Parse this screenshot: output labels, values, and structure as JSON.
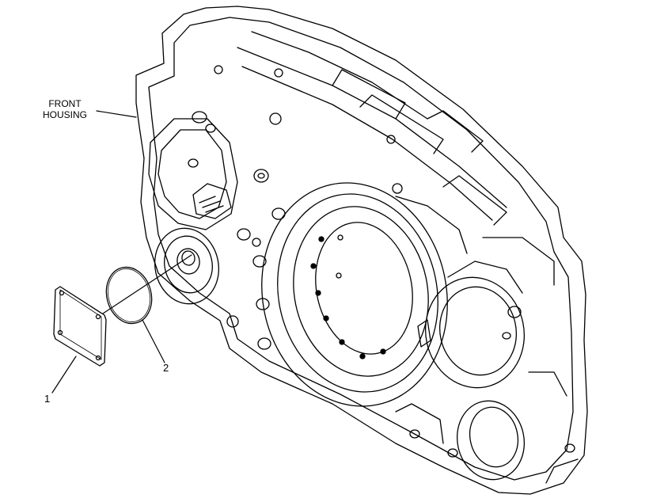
{
  "callouts": {
    "front_housing": "FRONT\nHOUSING",
    "item_1": "1",
    "item_2": "2"
  },
  "colors": {
    "line": "#000000",
    "background": "#ffffff"
  }
}
